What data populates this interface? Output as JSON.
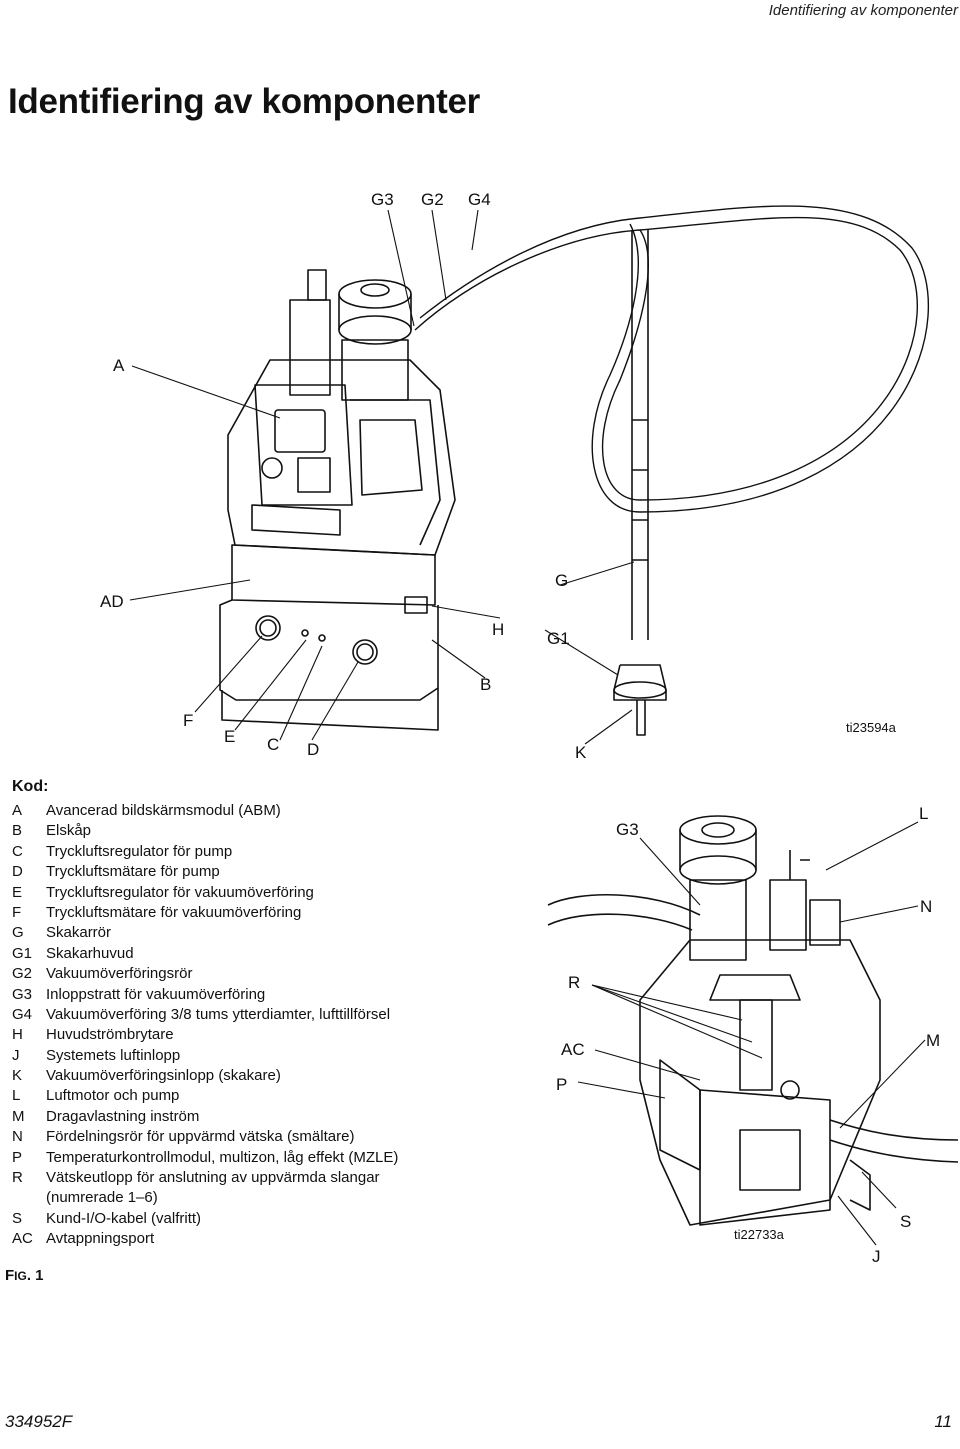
{
  "header": {
    "section_title": "Identifiering av komponenter"
  },
  "page_title": "Identifiering av komponenter",
  "figure_top": {
    "image_id": "ti23594a",
    "callouts": {
      "g3": "G3",
      "g2": "G2",
      "g4": "G4",
      "a": "A",
      "ad": "AD",
      "g": "G",
      "h": "H",
      "g1": "G1",
      "b": "B",
      "f": "F",
      "e": "E",
      "c": "C",
      "d": "D",
      "k": "K"
    }
  },
  "figure_bottom": {
    "image_id": "ti22733a",
    "callouts": {
      "g3": "G3",
      "l": "L",
      "n": "N",
      "r": "R",
      "ac": "AC",
      "p": "P",
      "m": "M",
      "s": "S",
      "j": "J"
    }
  },
  "legend": {
    "title": "Kod:",
    "items": [
      {
        "key": "A",
        "text": "Avancerad bildskärmsmodul (ABM)"
      },
      {
        "key": "B",
        "text": "Elskåp"
      },
      {
        "key": "C",
        "text": "Tryckluftsregulator för pump"
      },
      {
        "key": "D",
        "text": "Tryckluftsmätare för pump"
      },
      {
        "key": "E",
        "text": "Tryckluftsregulator för vakuumöverföring"
      },
      {
        "key": "F",
        "text": "Tryckluftsmätare för vakuumöverföring"
      },
      {
        "key": "G",
        "text": "Skakarrör"
      },
      {
        "key": "G1",
        "text": "Skakarhuvud"
      },
      {
        "key": "G2",
        "text": "Vakuumöverföringsrör"
      },
      {
        "key": "G3",
        "text": "Inloppstratt för vakuumöverföring"
      },
      {
        "key": "G4",
        "text": "Vakuumöverföring 3/8 tums ytterdiamter, lufttillförsel"
      },
      {
        "key": "H",
        "text": "Huvudströmbrytare"
      },
      {
        "key": "J",
        "text": "Systemets luftinlopp"
      },
      {
        "key": "K",
        "text": "Vakuumöverföringsinlopp (skakare)"
      },
      {
        "key": "L",
        "text": "Luftmotor och pump"
      },
      {
        "key": "M",
        "text": "Dragavlastning inström"
      },
      {
        "key": "N",
        "text": "Fördelningsrör för uppvärmd vätska (smältare)"
      },
      {
        "key": "P",
        "text": "Temperaturkontrollmodul, multizon, låg effekt (MZLE)"
      },
      {
        "key": "R",
        "text": "Vätskeutlopp för anslutning av uppvärmda slangar"
      },
      {
        "key": "",
        "text": "(numrerade 1–6)"
      },
      {
        "key": "S",
        "text": "Kund-I/O-kabel (valfritt)"
      },
      {
        "key": "AC",
        "text": "Avtappningsport"
      }
    ]
  },
  "figure_label": {
    "prefix": "F",
    "smallcaps": "IG",
    "number": ". 1"
  },
  "footer": {
    "doc_code": "334952F",
    "page_number": "11"
  }
}
